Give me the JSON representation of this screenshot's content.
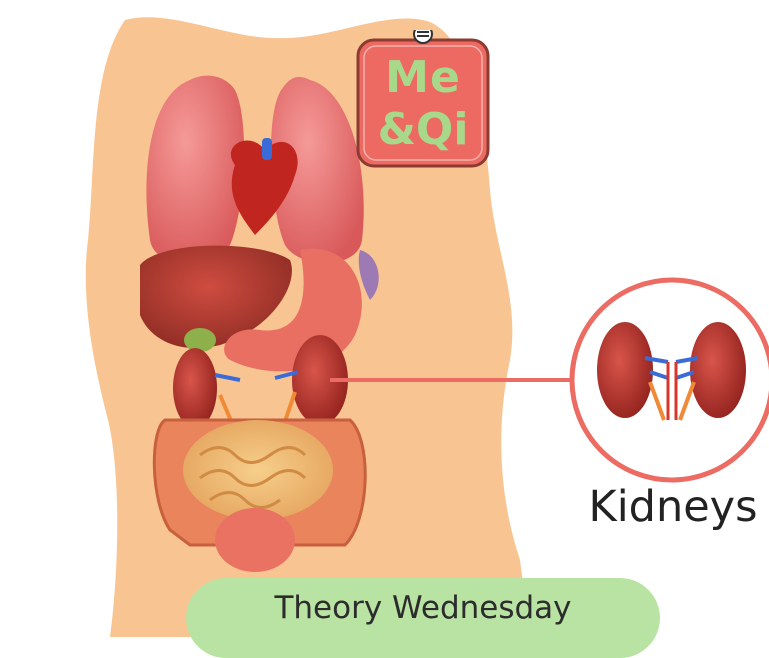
{
  "logo": {
    "line1": "Me",
    "line2": "&Qi"
  },
  "callout": {
    "label": "Kidneys"
  },
  "footer": {
    "text": "Theory Wednesday"
  },
  "colors": {
    "skin": "#f8c592",
    "organ_red": "#c8443d",
    "logo_bg": "#ed6a63",
    "logo_text": "#a8d98a",
    "callout_ring": "#ec6b63",
    "footer_pill": "#b9e3a3"
  }
}
